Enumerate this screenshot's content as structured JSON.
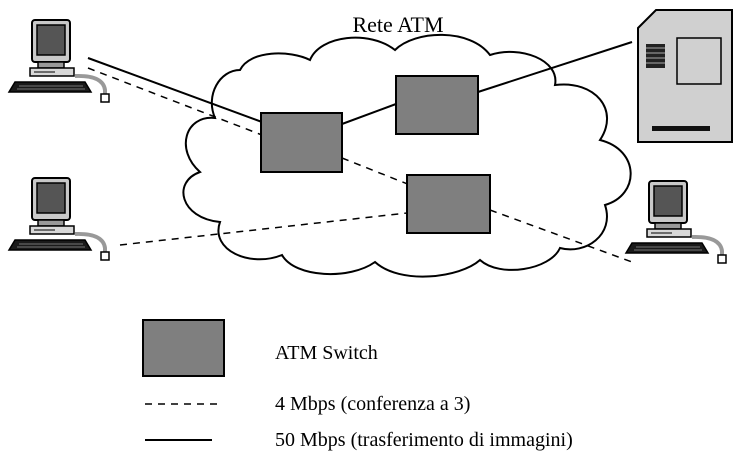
{
  "title": "Rete ATM",
  "legend": {
    "switch_label": "ATM Switch",
    "dashed_label": "4 Mbps (conferenza a 3)",
    "solid_label": "50 Mbps (trasferimento di immagini)"
  },
  "nodes": {
    "switches": [
      "switch-left",
      "switch-top",
      "switch-bottom"
    ],
    "workstations": [
      "workstation-top-left",
      "workstation-bottom-left",
      "workstation-right"
    ],
    "server": "image-server"
  },
  "colors": {
    "switch_fill": "#7f7f7f",
    "cloud_fill": "#ffffff",
    "line": "#000000"
  }
}
